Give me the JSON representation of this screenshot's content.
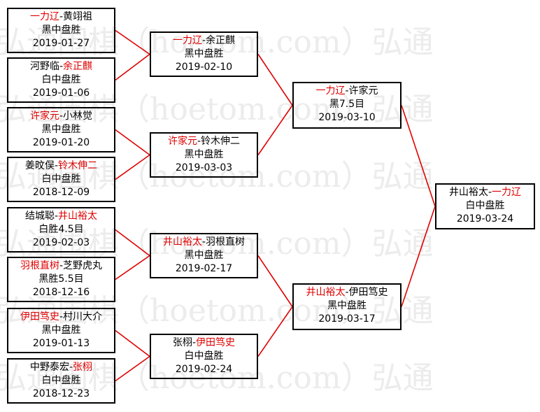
{
  "watermark": {
    "lines": [
      "弘通围棋（hoetom.com）弘通",
      "弘通围棋（hoetom.com）弘通",
      "弘通围棋（hoetom.com）弘通",
      "弘通围棋（hoetom.com）弘通",
      "弘通围棋（hoetom.com）弘通",
      "弘通围棋（hoetom.com）弘通"
    ]
  },
  "colors": {
    "winner": "#e00000",
    "line": "#e00000",
    "border": "#000000"
  },
  "matches": [
    {
      "id": "m1",
      "p1": "一力辽",
      "p2": "黄翊祖",
      "winner": 1,
      "result": "黑中盘胜",
      "date": "2019-01-27"
    },
    {
      "id": "m2",
      "p1": "河野临",
      "p2": "余正麒",
      "winner": 2,
      "result": "白中盘胜",
      "date": "2019-01-06"
    },
    {
      "id": "m3",
      "p1": "许家元",
      "p2": "小林觉",
      "winner": 1,
      "result": "黑中盘胜",
      "date": "2019-01-20"
    },
    {
      "id": "m4",
      "p1": "姜旼俣",
      "p2": "铃木伸二",
      "winner": 2,
      "result": "白中盘胜",
      "date": "2018-12-09"
    },
    {
      "id": "m5",
      "p1": "结城聪",
      "p2": "井山裕太",
      "winner": 2,
      "result": "白胜4.5目",
      "date": "2019-02-03"
    },
    {
      "id": "m6",
      "p1": "羽根直树",
      "p2": "芝野虎丸",
      "winner": 1,
      "result": "黑胜5.5目",
      "date": "2018-12-16"
    },
    {
      "id": "m7",
      "p1": "伊田笃史",
      "p2": "村川大介",
      "winner": 1,
      "result": "黑中盘胜",
      "date": "2019-01-13"
    },
    {
      "id": "m8",
      "p1": "中野泰宏",
      "p2": "张栩",
      "winner": 2,
      "result": "白中盘胜",
      "date": "2018-12-23"
    },
    {
      "id": "m9",
      "p1": "一力辽",
      "p2": "余正麒",
      "winner": 1,
      "result": "黑中盘胜",
      "date": "2019-02-10"
    },
    {
      "id": "m10",
      "p1": "许家元",
      "p2": "铃木伸二",
      "winner": 1,
      "result": "黑中盘胜",
      "date": "2019-03-03"
    },
    {
      "id": "m11",
      "p1": "井山裕太",
      "p2": "羽根直树",
      "winner": 1,
      "result": "黑中盘胜",
      "date": "2019-02-17"
    },
    {
      "id": "m12",
      "p1": "张栩",
      "p2": "伊田笃史",
      "winner": 2,
      "result": "白中盘胜",
      "date": "2019-02-24"
    },
    {
      "id": "m13",
      "p1": "一力辽",
      "p2": "许家元",
      "winner": 1,
      "result": "黑7.5目",
      "date": "2019-03-10"
    },
    {
      "id": "m14",
      "p1": "井山裕太",
      "p2": "伊田笃史",
      "winner": 1,
      "result": "黑中盘胜",
      "date": "2019-03-17"
    },
    {
      "id": "m15",
      "p1": "井山裕太",
      "p2": "一力辽",
      "winner": 2,
      "result": "白中盘胜",
      "date": "2019-03-24"
    }
  ]
}
